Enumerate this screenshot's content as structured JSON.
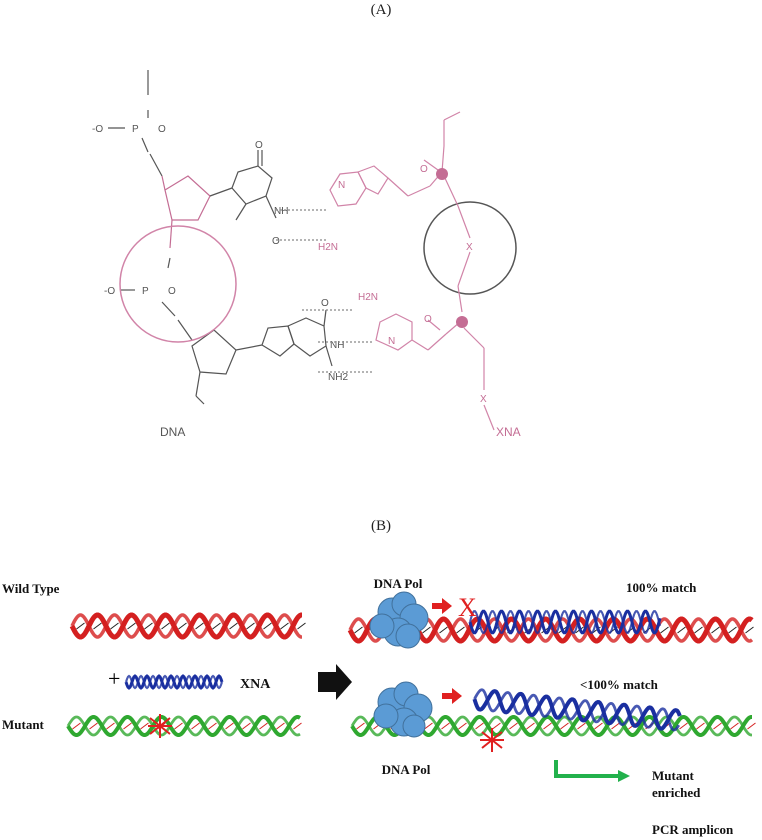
{
  "panel_a": {
    "label": "(A)",
    "dna_label": "DNA",
    "xna_label": "XNA",
    "chem": {
      "o_minus_1": "-O",
      "p_1": "P",
      "eq_o_1": "O",
      "o_minus_2": "-O",
      "p_2": "P",
      "eq_o_2": "O",
      "nh_t": "NH",
      "o_t1": "O",
      "o_t2": "O",
      "nh_g": "NH",
      "nh2_g": "NH2",
      "o_g": "O",
      "n_a": "N",
      "h2n_a": "H2N",
      "h2n_c": "H2N",
      "n_c": "N",
      "o_xa": "O",
      "o_xc": "O",
      "x_1": "X",
      "x_2": "X"
    }
  },
  "panel_b": {
    "label": "(B)",
    "wild_type_label": "Wild Type",
    "mutant_label": "Mutant",
    "plus": "+",
    "xna_label": "XNA",
    "dna_pol_top": "DNA Pol",
    "dna_pol_bottom": "DNA Pol",
    "block_x": "X",
    "match_100": "100% match",
    "match_lt100": "<100% match",
    "mutant_enriched_1": "Mutant",
    "mutant_enriched_2": "enriched",
    "pcr_amplicon": "PCR amplicon"
  },
  "colors": {
    "dna_red": "#d42020",
    "dna_green": "#2fa830",
    "xna_blue": "#1a2fa0",
    "polymerase_blue": "#5b9bd5",
    "arrow_red": "#e02020",
    "arrow_green": "#22b14c",
    "xna_pink": "#d184a8",
    "chem_gray": "#555555"
  },
  "icons": {
    "polymerase": "cloud-shape",
    "mutation": "red-star-burst",
    "process_arrow": "black-block-arrow",
    "extension_arrow": "green-right-angle-arrow"
  }
}
